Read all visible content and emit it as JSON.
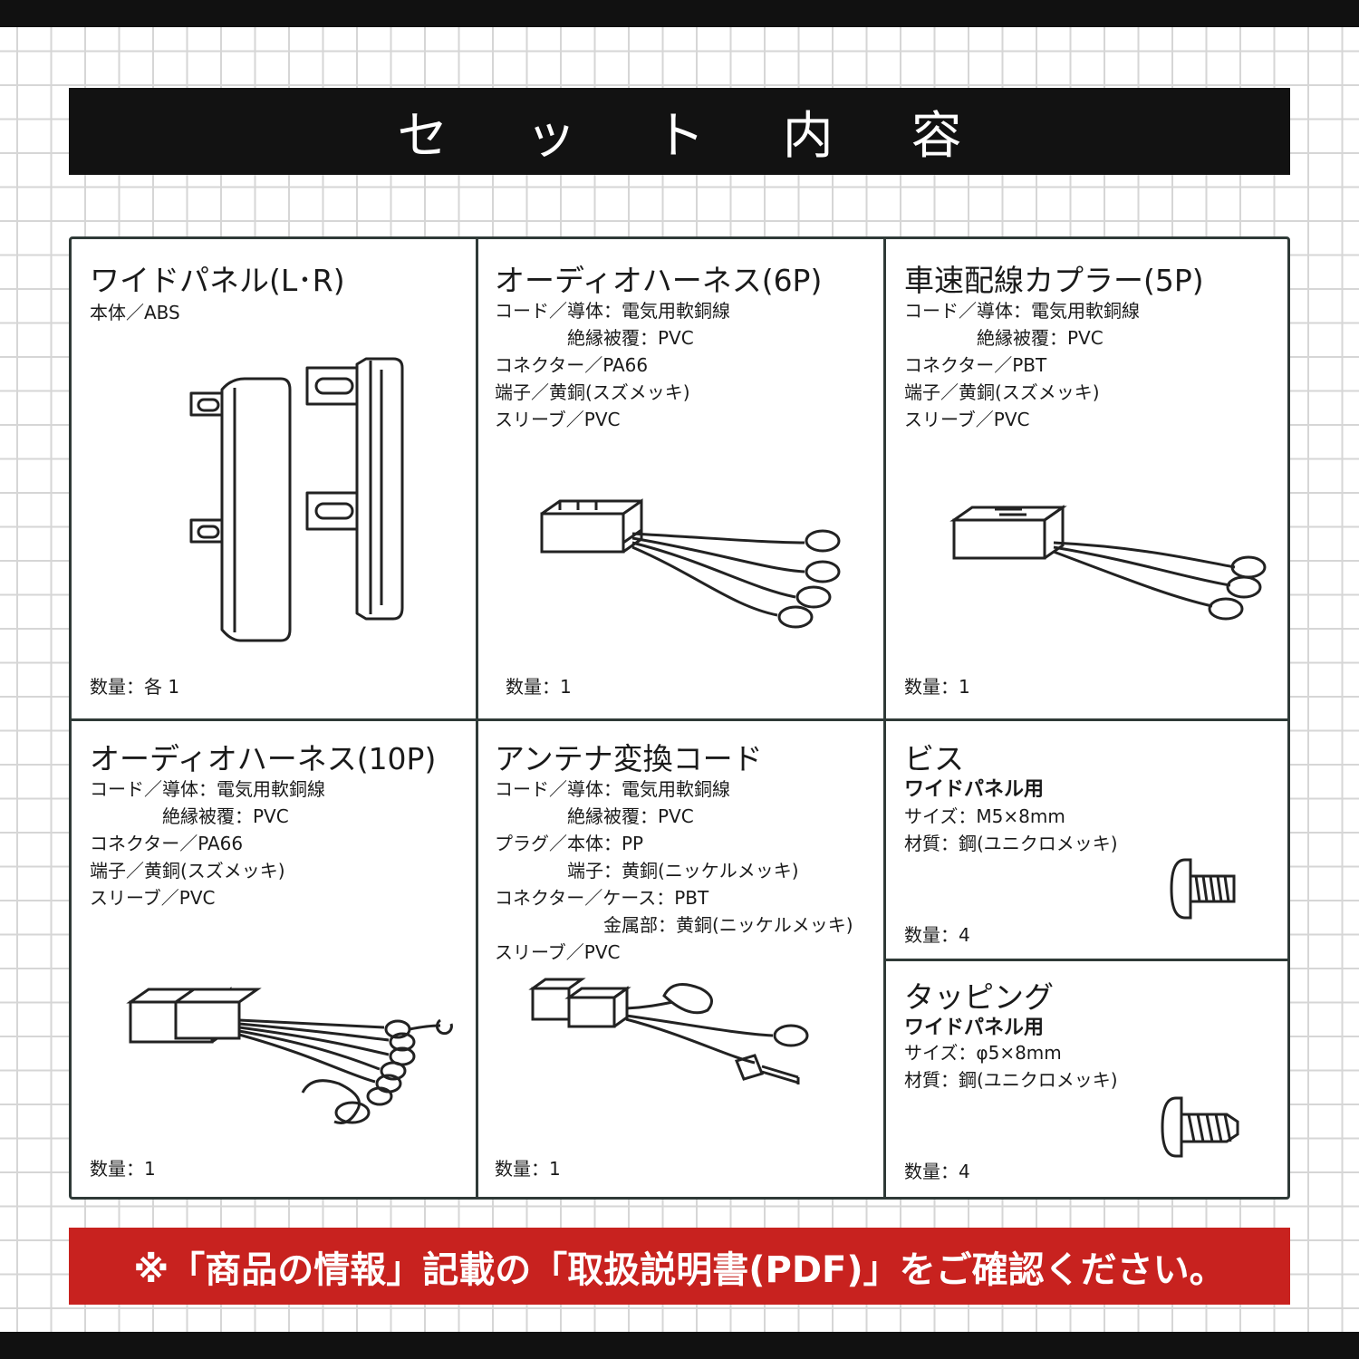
{
  "header": {
    "title": "セ ッ ト 内 容"
  },
  "items": [
    {
      "title": "ワイドパネル(L･R)",
      "specs": [
        "本体／ABS"
      ],
      "qty": "数量：各 1",
      "illustration": "wide-panel-pair"
    },
    {
      "title": "オーディオハーネス(6P)",
      "specs": [
        "コード／導体：電気用軟銅線",
        "絶縁被覆：PVC",
        "コネクター／PA66",
        "端子／黄銅(スズメッキ)",
        "スリーブ／PVC"
      ],
      "qty": "数量：1",
      "illustration": "harness-6p"
    },
    {
      "title": "車速配線カプラー(5P)",
      "specs": [
        "コード／導体：電気用軟銅線",
        "絶縁被覆：PVC",
        "コネクター／PBT",
        "端子／黄銅(スズメッキ)",
        "スリーブ／PVC"
      ],
      "qty": "数量：1",
      "illustration": "coupler-5p"
    },
    {
      "title": "オーディオハーネス(10P)",
      "specs": [
        "コード／導体：電気用軟銅線",
        "絶縁被覆：PVC",
        "コネクター／PA66",
        "端子／黄銅(スズメッキ)",
        "スリーブ／PVC"
      ],
      "qty": "数量：1",
      "illustration": "harness-10p"
    },
    {
      "title": "アンテナ変換コード",
      "specs": [
        "コード／導体：電気用軟銅線",
        "絶縁被覆：PVC",
        "プラグ／本体：PP",
        "端子：黄銅(ニッケルメッキ)",
        "コネクター／ケース：PBT",
        "金属部：黄銅(ニッケルメッキ)",
        "スリーブ／PVC"
      ],
      "qty": "数量：1",
      "illustration": "antenna-cord"
    },
    {
      "title": "ビス",
      "subtitle": "ワイドパネル用",
      "specs": [
        "サイズ：M5×8mm",
        "材質：鋼(ユニクロメッキ)"
      ],
      "qty": "数量：4",
      "illustration": "machine-screw"
    },
    {
      "title": "タッピング",
      "subtitle": "ワイドパネル用",
      "specs": [
        "サイズ：φ5×8mm",
        "材質：鋼(ユニクロメッキ)"
      ],
      "qty": "数量：4",
      "illustration": "tapping-screw"
    }
  ],
  "banner": {
    "text": "※「商品の情報」記載の「取扱説明書(PDF)」をご確認ください。"
  }
}
